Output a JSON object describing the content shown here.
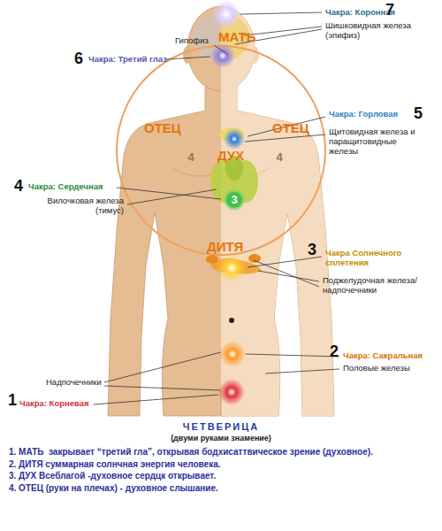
{
  "diagram": {
    "title": "ЧЕТВЕРИЦА",
    "labels": [
      "Чакра: Коронная",
      "7",
      "Шишковидная железа (эпифиз)",
      "Гипофиз",
      "МАТЬ",
      "6",
      "Чакра: Третий глаз",
      "Чакра: Горловая",
      "5",
      "Щитовидная железа и паращитовидные железы",
      "ОТЕЦ",
      "ОТЕЦ",
      "ДУХ",
      "4",
      "4",
      "4",
      "Чакра: Сердечная",
      "Вилочковая железа (тимус)",
      "3",
      "ДИТЯ",
      "3",
      "Чакра Солнечного сплетения",
      "Поджелудочная железа/надпочечники",
      "2",
      "Чакра: Сакральная",
      "Половые железы",
      "Надпочечники",
      "1",
      "Чакра: Корневая",
      "(двуми руками знамение)",
      "1. МАТЬ  закрывает “третий гла”, открывая бодхисаттвическое зрение (духовное).",
      "2. ДИТЯ суммарная солнчная энергия человека.",
      "3. ДУХ Всеблагой -духовное сердцк открывает.",
      "4. ОТЕЦ (руки на плечах) - духовное слышание."
    ]
  }
}
